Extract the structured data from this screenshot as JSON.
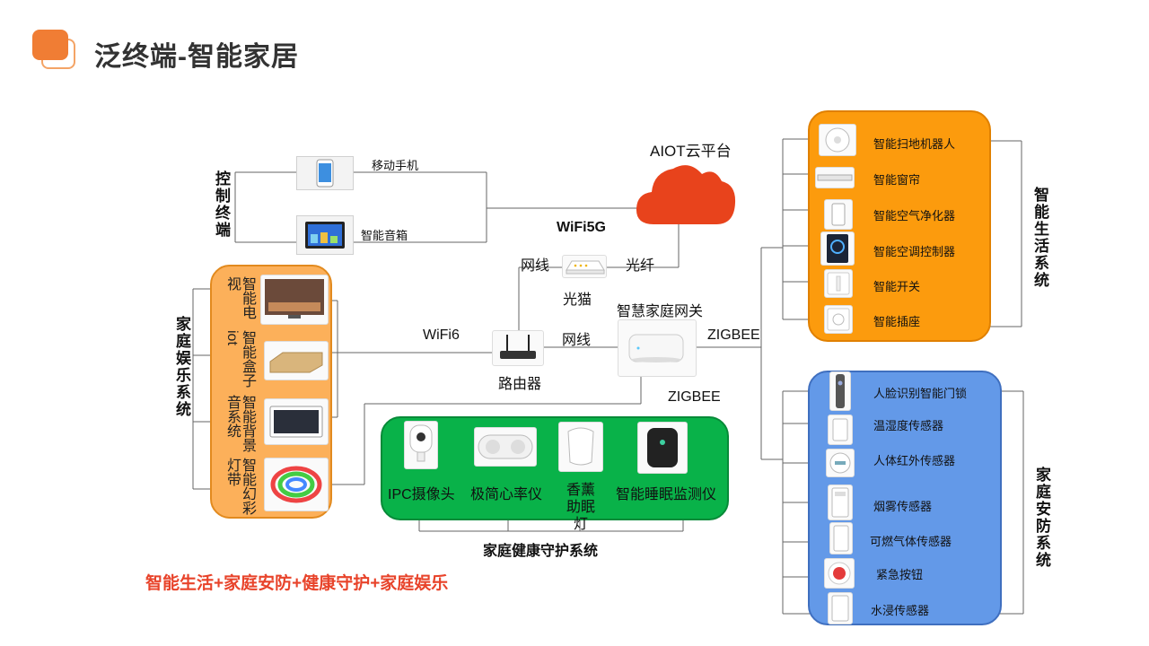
{
  "page": {
    "title": "泛终端-智能家居"
  },
  "cloud": {
    "label": "AIOT云平台"
  },
  "control": {
    "group_label": "控制终端",
    "phone": "移动手机",
    "speaker": "智能音箱"
  },
  "links": {
    "wifi5g": "WiFi5G",
    "wire1": "网线",
    "fiber": "光纤",
    "modem": "光猫",
    "gateway": "智慧家庭网关",
    "wifi6": "WiFi6",
    "wire2": "网线",
    "router": "路由器",
    "zigbee1": "ZIGBEE",
    "zigbee2": "ZIGBEE"
  },
  "smart_life": {
    "group_label": "智能生活系统",
    "items": [
      "智能扫地机器人",
      "智能窗帘",
      "智能空气净化器",
      "智能空调控制器",
      "智能开关",
      "智能插座"
    ]
  },
  "security": {
    "group_label": "家庭安防系统",
    "items": [
      "人脸识别智能门锁",
      "温湿度传感器",
      "人体红外传感器",
      "烟雾传感器",
      "可燃气体传感器",
      "紧急按钮",
      "水浸传感器"
    ]
  },
  "health": {
    "group_label": "家庭健康守护系统",
    "items": [
      "IPC摄像头",
      "极简心率仪",
      "香薰助眠灯",
      "智能睡眠监测仪"
    ]
  },
  "entertainment": {
    "group_label": "家庭娱乐系统",
    "items": [
      "智能电视",
      "智能盒子 iot",
      "智能背景音系统",
      "智能幻彩灯带"
    ]
  },
  "footer": "智能生活+家庭安防+健康守护+家庭娱乐",
  "colors": {
    "orange": "#fc9b0d",
    "blue": "#6399e8",
    "green": "#09b249",
    "cloud": "#e8431c",
    "footer": "#e8432a"
  }
}
